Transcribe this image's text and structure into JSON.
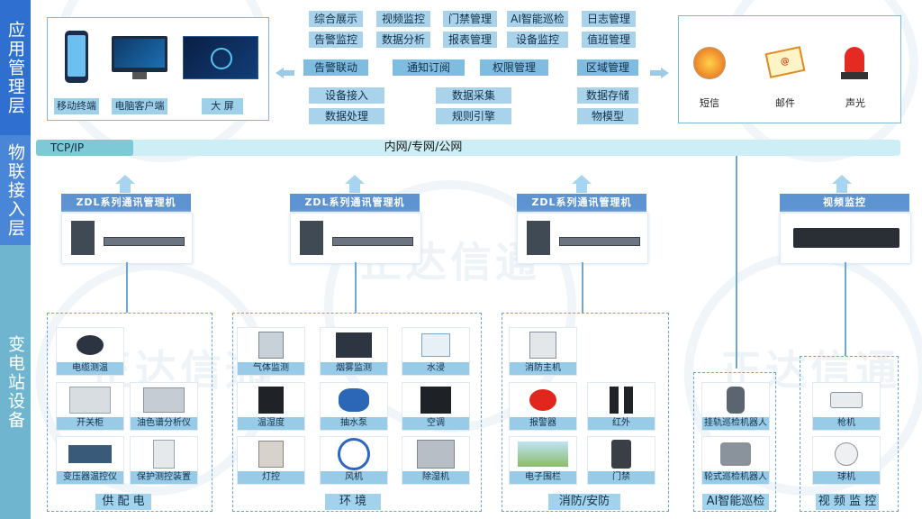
{
  "layers": {
    "management": "应用管理层",
    "iot": "物联接入层",
    "substation": "变电站设备"
  },
  "watermark": "正达信通",
  "clients": [
    "移动终端",
    "电脑客户端",
    "大 屏"
  ],
  "functions": {
    "row1": [
      "综合展示",
      "视频监控",
      "门禁管理",
      "AI智能巡检",
      "日志管理"
    ],
    "row2": [
      "告警监控",
      "数据分析",
      "报表管理",
      "设备监控",
      "值班管理"
    ],
    "row3": [
      "告警联动",
      "通知订阅",
      "权限管理",
      "区域管理"
    ],
    "row4": [
      "设备接入",
      "数据采集",
      "数据存储"
    ],
    "row5": [
      "数据处理",
      "规则引擎",
      "物模型"
    ]
  },
  "notifications": [
    "短信",
    "邮件",
    "声光"
  ],
  "network": {
    "protocol": "TCP/IP",
    "label": "内网/专网/公网"
  },
  "gateways": [
    "ZDL系列通讯管理机",
    "ZDL系列通讯管理机",
    "ZDL系列通讯管理机"
  ],
  "video_title": "视频监控",
  "groups": {
    "power": {
      "label": "供 配 电",
      "devices": [
        "电缆测温",
        "开关柜",
        "油色谱分析仪",
        "变压器温控仪",
        "保护测控装置"
      ]
    },
    "environment": {
      "label": "环 境",
      "devices": [
        "气体监测",
        "烟雾监测",
        "水浸",
        "温湿度",
        "抽水泵",
        "空调",
        "灯控",
        "风机",
        "除湿机"
      ]
    },
    "fire": {
      "label": "消防/安防",
      "devices": [
        "消防主机",
        "报警器",
        "红外",
        "电子围栏",
        "门禁"
      ]
    },
    "ai": {
      "label": "AI智能巡检",
      "devices": [
        "挂轨巡检机器人",
        "轮式巡检机器人"
      ]
    },
    "video": {
      "label": "视 频 监 控",
      "devices": [
        "枪机",
        "球机"
      ]
    }
  },
  "colors": {
    "layer_management": "#2f6fd0",
    "layer_iot": "#4a86d8",
    "layer_substation": "#6fb5cf",
    "chip": "#a9d3ea",
    "gateway_title": "#5d93d0"
  }
}
